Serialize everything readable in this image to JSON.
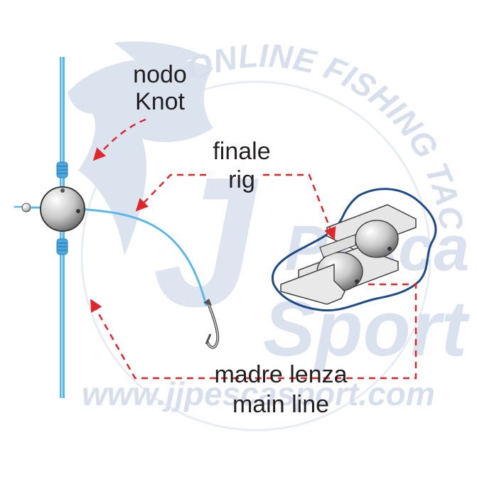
{
  "labels": {
    "knot_it": "nodo",
    "knot_en": "Knot",
    "rig_it": "finale",
    "rig_en": "rig",
    "main_it": "madre lenza",
    "main_en": "main line"
  },
  "watermark": {
    "arc_text": "ONLINE FISHING TACKLE",
    "brand_pesca": "Pesca",
    "brand_sport": "Sport",
    "url": "www.jjpescasport.com"
  },
  "colors": {
    "line_blue": "#5bb8e8",
    "arrow_red": "#e0262b",
    "outline_navy": "#1e4a86",
    "watermark": "#ccd6e8"
  },
  "icons": [
    "fishing-line",
    "knot",
    "sliding-float-bead",
    "swivel",
    "hook",
    "double-bead-clip"
  ]
}
